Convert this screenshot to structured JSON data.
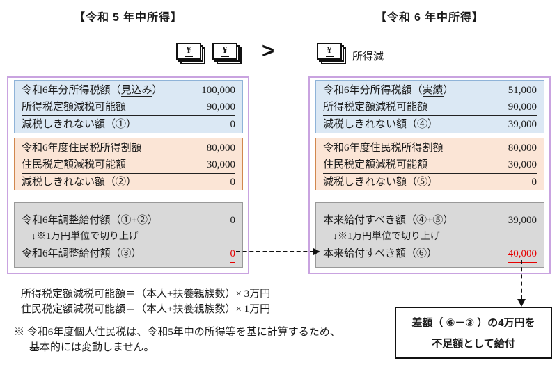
{
  "titles": {
    "left": {
      "prefix": "【令和",
      "year": "5",
      "suffix": "年中所得】"
    },
    "right": {
      "prefix": "【令和",
      "year": "6",
      "suffix": "年中所得】"
    }
  },
  "comparison": {
    "gt_symbol": "＞",
    "yen_symbol": "￥",
    "income_down_label": "所得減"
  },
  "left_column": {
    "income_tax_box": {
      "r1_label": "令和6年分所得税額（",
      "r1_em": "見込み",
      "r1_close": "）",
      "r1_value": "100,000",
      "r2_label": "所得税定額減税可能額",
      "r2_value": "90,000",
      "r3_label": "減税しきれない額（①）",
      "r3_value": "0"
    },
    "resident_tax_box": {
      "r1_label": "令和6年度住民税所得割額",
      "r1_value": "80,000",
      "r2_label": "住民税定額減税可能額",
      "r2_value": "30,000",
      "r3_label": "減税しきれない額（②）",
      "r3_value": "0"
    },
    "benefit_box": {
      "r1_label": "令和6年調整給付額（①+②）",
      "r1_value": "0",
      "note": "↓※1万円単位で切り上げ",
      "r2_label": "令和6年調整給付額（③）",
      "r2_value": "0"
    }
  },
  "right_column": {
    "income_tax_box": {
      "r1_label": "令和6年分所得税額（",
      "r1_em": "実績",
      "r1_close": "）",
      "r1_value": "51,000",
      "r2_label": "所得税定額減税可能額",
      "r2_value": "90,000",
      "r3_label": "減税しきれない額（④）",
      "r3_value": "39,000"
    },
    "resident_tax_box": {
      "r1_label": "令和6年度住民税所得割額",
      "r1_value": "80,000",
      "r2_label": "住民税定額減税可能額",
      "r2_value": "30,000",
      "r3_label": "減税しきれない額（⑤）",
      "r3_value": "0"
    },
    "benefit_box": {
      "r1_label": "本来給付すべき額（④+⑤）",
      "r1_value": "39,000",
      "note": "↓※1万円単位で切り上げ",
      "r2_label": "本来給付すべき額（⑥）",
      "r2_value": "40,000"
    }
  },
  "footnotes": {
    "formula_income_tax": "所得税定額減税可能額＝（本人+扶養親族数）× 3万円",
    "formula_resident_tax": "住民税定額減税可能額＝（本人+扶養親族数）× 1万円",
    "note_line1": "※ 令和6年度個人住民税は、令和5年中の所得等を基に計算するため、",
    "note_line2": "基本的には変動しません。"
  },
  "result_box": {
    "line1": "差額（ ⑥－③ ）の4万円を",
    "line2": "不足額として給付"
  },
  "colors": {
    "panel_border": "#c9a3e0",
    "blue_fill": "#dbe8f4",
    "blue_border": "#8fb3d8",
    "orange_fill": "#fbe5d6",
    "orange_border": "#d1874e",
    "gray_fill": "#d9d9d9",
    "gray_border": "#999999",
    "highlight_red": "#e60000"
  }
}
